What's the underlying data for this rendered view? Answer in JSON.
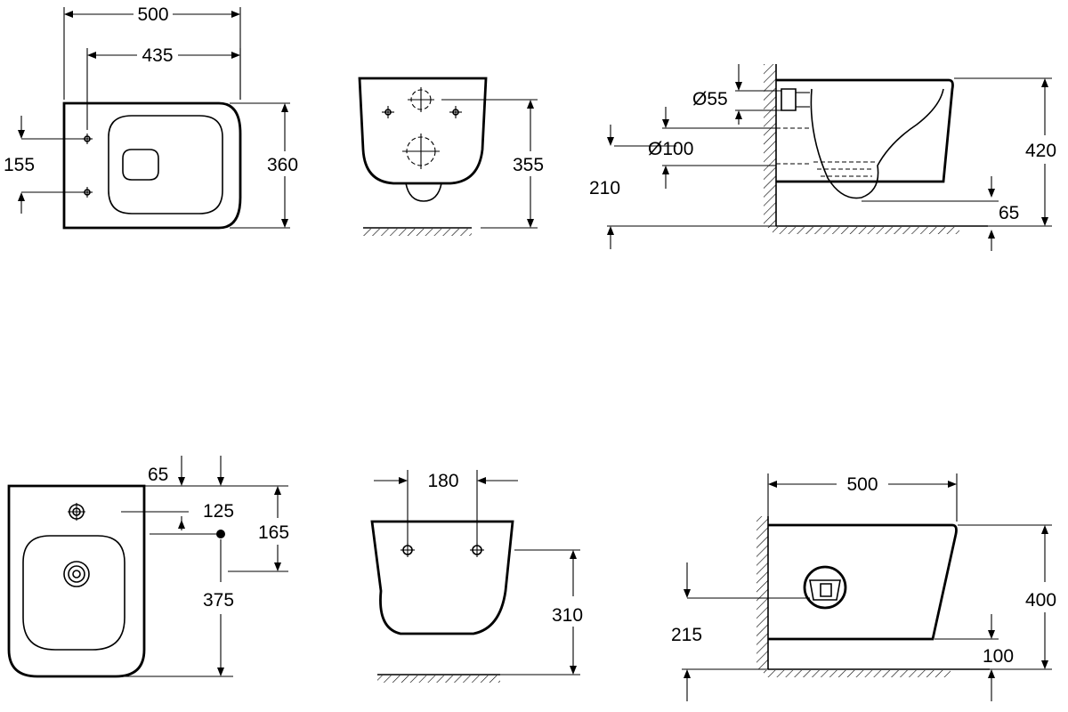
{
  "views": {
    "wc_top": {
      "width": "500",
      "inner_width": "435",
      "depth": "360",
      "hole_spacing": "155"
    },
    "wc_back": {
      "height": "355"
    },
    "wc_side": {
      "outlet_diameter": "Ø100",
      "inlet_diameter": "Ø55",
      "height": "420",
      "outlet_height": "210",
      "rim_clearance": "65"
    },
    "bidet_top": {
      "tap_offset": "65",
      "tap_to_fix": "125",
      "fix_to_edge": "165",
      "length": "375"
    },
    "bidet_back": {
      "fix_spacing": "180",
      "height": "310"
    },
    "bidet_side": {
      "width": "500",
      "height": "400",
      "inlet_height": "215",
      "bottom_clearance": "100"
    }
  }
}
